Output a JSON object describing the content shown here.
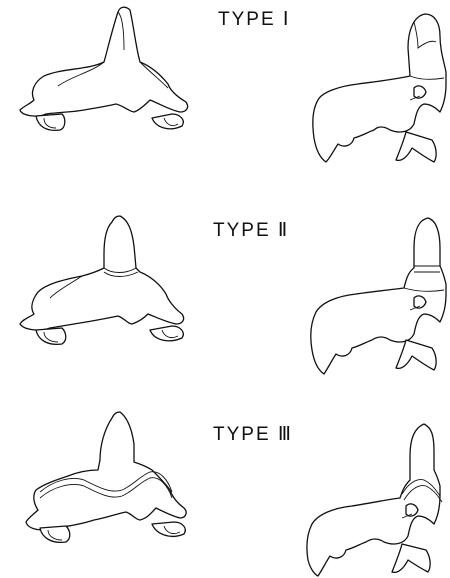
{
  "figure": {
    "panels": [
      {
        "label": "TYPE Ⅰ"
      },
      {
        "label": "TYPE Ⅱ"
      },
      {
        "label": "TYPE Ⅲ"
      }
    ]
  }
}
